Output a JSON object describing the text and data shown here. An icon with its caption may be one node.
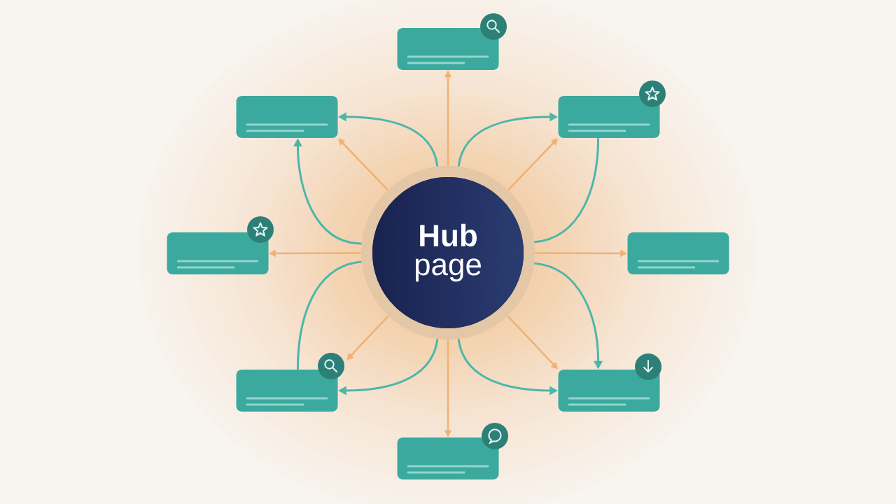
{
  "diagram": {
    "nodes": [
      {
        "text": [
          "**Hub** page"
        ]
      },
      {
        "text": [],
        "shape": "box"
      },
      {
        "text": [],
        "shape": "box"
      },
      {
        "text": [],
        "shape": "box"
      },
      {
        "text": [],
        "shape": "box"
      },
      {
        "text": [],
        "shape": "box"
      },
      {
        "text": [],
        "shape": "box"
      },
      {
        "text": [],
        "shape": "box"
      },
      {
        "text": [],
        "shape": "box"
      }
    ],
    "edges": [
      {
        "from": 0,
        "to": 1,
        "arrow": "to"
      },
      {
        "from": 0,
        "to": 2,
        "arrow": "to"
      },
      {
        "from": 0,
        "to": 3,
        "arrow": "to"
      },
      {
        "from": 0,
        "to": 4,
        "arrow": "to"
      },
      {
        "from": 0,
        "to": 5,
        "arrow": "to"
      },
      {
        "from": 0,
        "to": 6,
        "arrow": "to"
      },
      {
        "from": 0,
        "to": 7,
        "arrow": "to"
      },
      {
        "from": 0,
        "to": 8,
        "arrow": "to"
      },
      {
        "from": 0,
        "to": 2,
        "arrow": "to",
        "color": "#4db6aa"
      },
      {
        "from": 0,
        "to": 2,
        "arrow": "to",
        "color": "#4db6aa"
      },
      {
        "from": 0,
        "to": 3,
        "arrow": "to",
        "color": "#4db6aa"
      },
      {
        "from": 0,
        "to": 3,
        "arrow": "none",
        "color": "#4db6aa"
      },
      {
        "from": 0,
        "to": 7,
        "arrow": "to",
        "color": "#4db6aa"
      },
      {
        "from": 0,
        "to": 7,
        "arrow": "to",
        "color": "#4db6aa"
      },
      {
        "from": 0,
        "to": 6,
        "arrow": "to",
        "color": "#4db6aa"
      },
      {
        "from": 0,
        "to": 6,
        "arrow": "none",
        "color": "#4db6aa"
      }
    ]
  }
}
